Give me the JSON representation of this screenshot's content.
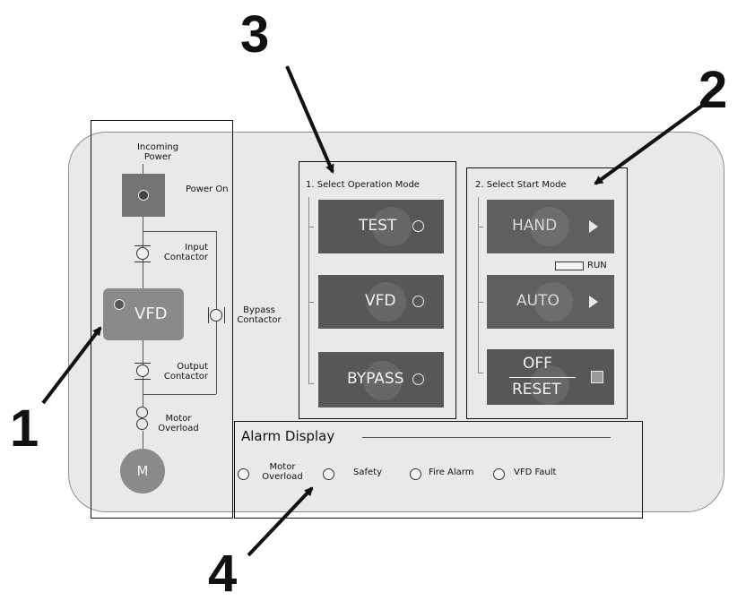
{
  "callouts": [
    "1",
    "2",
    "3",
    "4"
  ],
  "power_section": {
    "incoming_power": "Incoming Power",
    "power_on": "Power On",
    "input_contactor": "Input Contactor",
    "bypass_contactor": "Bypass Contactor",
    "output_contactor": "Output Contactor",
    "motor_overload": "Motor Overload",
    "vfd_label": "VFD",
    "motor_label": "M"
  },
  "operation_mode": {
    "title": "1. Select Operation Mode",
    "buttons": [
      "TEST",
      "VFD",
      "BYPASS"
    ]
  },
  "start_mode": {
    "title": "2. Select Start Mode",
    "hand": "HAND",
    "run_label": "RUN",
    "auto": "AUTO",
    "off": "OFF",
    "reset": "RESET"
  },
  "alarm_display": {
    "title": "Alarm Display",
    "motor_overload": "Motor Overload",
    "safety": "Safety",
    "fire_alarm": "Fire Alarm",
    "vfd_fault": "VFD Fault"
  },
  "colors": {
    "panel": "#e9e9e9",
    "button": "#575757",
    "vfd_box": "#8a8a8a",
    "motor": "#8a8a8a"
  }
}
